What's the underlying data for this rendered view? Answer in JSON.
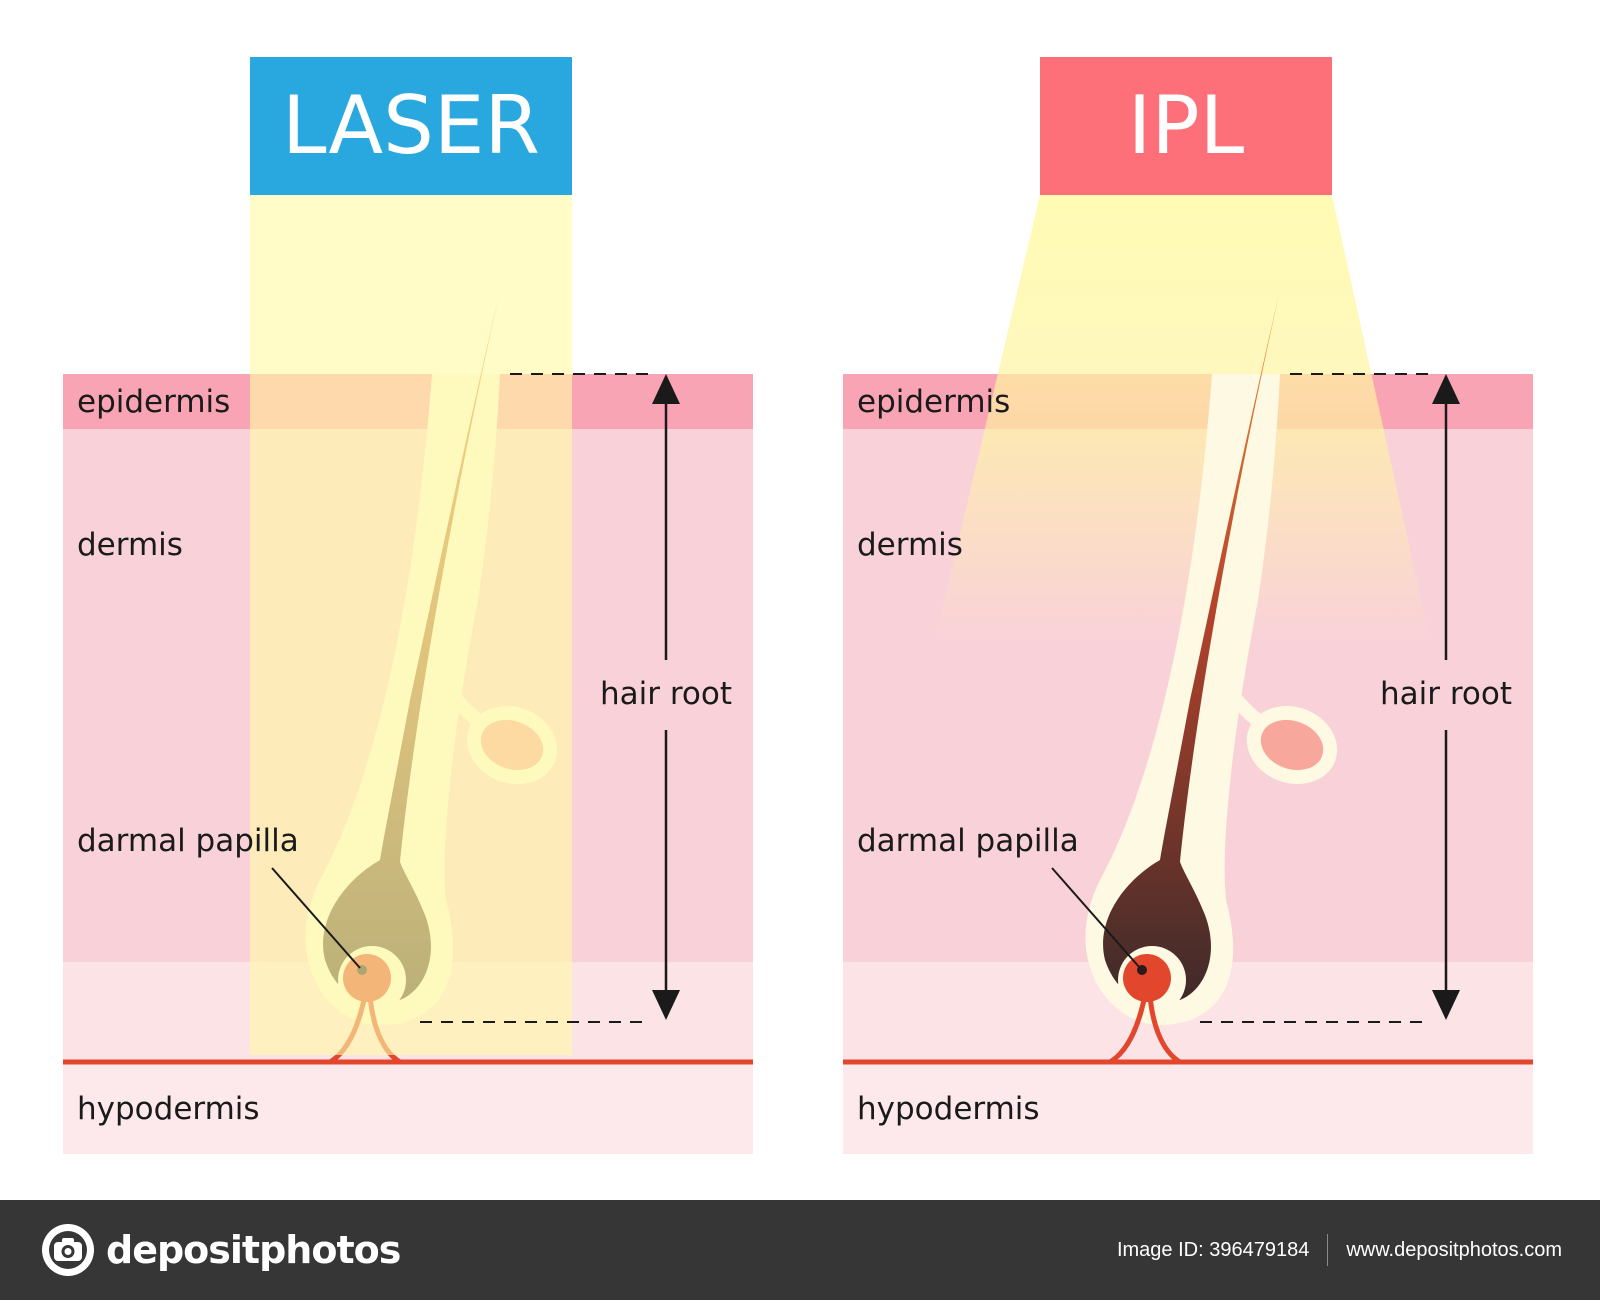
{
  "panels": [
    {
      "id": "laser",
      "title": "LASER",
      "title_color": "#29a8e0",
      "labels": {
        "epidermis": "epidermis",
        "dermis": "dermis",
        "papilla": "darmal papilla",
        "hypodermis": "hypodermis",
        "hair_root": "hair root"
      }
    },
    {
      "id": "ipl",
      "title": "IPL",
      "title_color": "#fd6f79",
      "labels": {
        "epidermis": "epidermis",
        "dermis": "dermis",
        "papilla": "darmal papilla",
        "hypodermis": "hypodermis",
        "hair_root": "hair root"
      }
    }
  ],
  "colors": {
    "epidermis": "#f9a4b4",
    "dermis": "#f9d2d9",
    "lower_dermis": "#fbe3e6",
    "hypodermis": "#fde9eb",
    "light_beam": "#fffaa6",
    "blood_vessel": "#e2472e",
    "hair_laser_top": "#ef8f3c",
    "hair_laser_bottom": "#4e3a32",
    "hair_ipl_top": "#ef8f3c",
    "hair_ipl_bottom": "#3e2a2a",
    "gland": "#f8a79c"
  },
  "footer": {
    "brand": "depositphotos",
    "image_id": "Image ID: 396479184",
    "website": "www.depositphotos.com"
  },
  "icons": [
    "camera-logo-icon"
  ]
}
